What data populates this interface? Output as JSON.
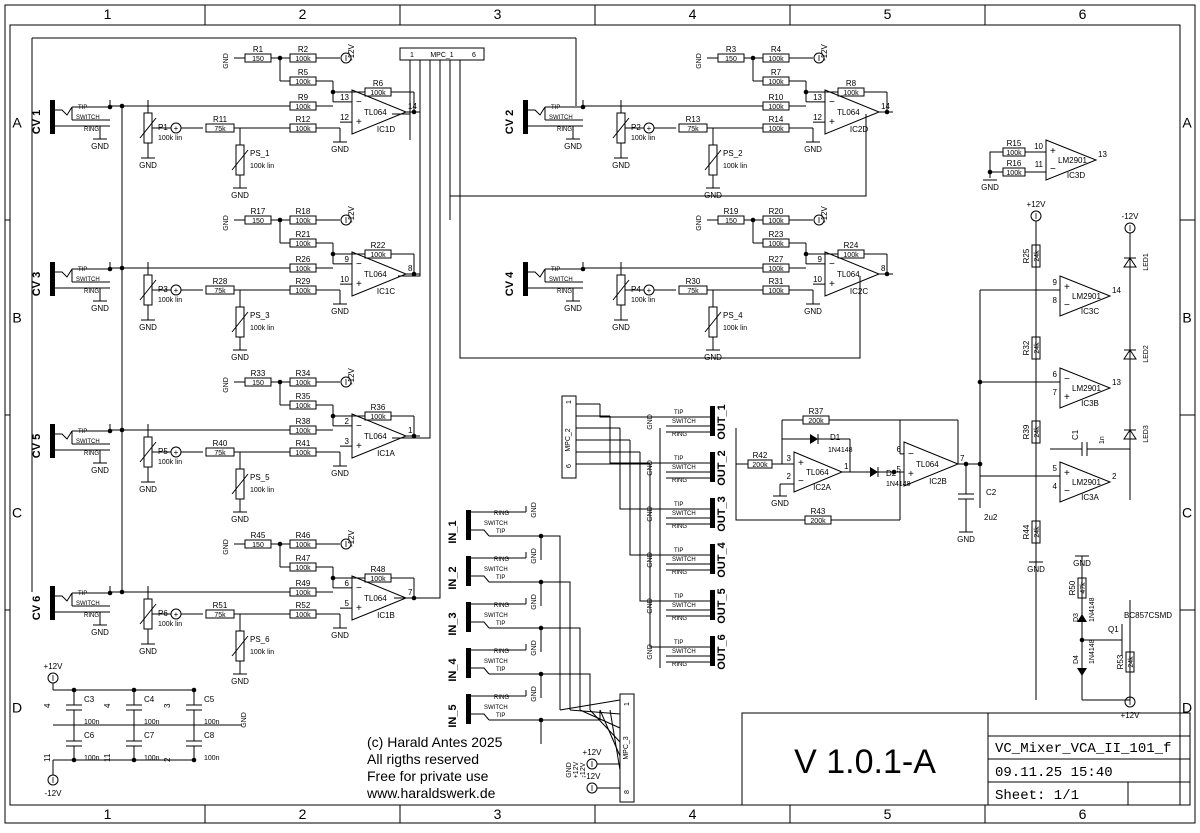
{
  "frame": {
    "columns": [
      "1",
      "2",
      "3",
      "4",
      "5",
      "6"
    ],
    "rows": [
      "A",
      "B",
      "C",
      "D"
    ]
  },
  "channels": [
    {
      "cv": "CV 1",
      "jack": {
        "tip": "TIP",
        "switch": "SWITCH",
        "ring": "RING",
        "gnd": "GND"
      },
      "pot": "P1",
      "pot_value": "100k lin",
      "ps": "PS_1",
      "ps_value": "100k lin",
      "r_top": {
        "ra": "R1",
        "ra_v": "150",
        "rb": "R2",
        "rb_v": "100k"
      },
      "res": [
        {
          "n": "R5",
          "v": "100k"
        },
        {
          "n": "R6",
          "v": "100k"
        },
        {
          "n": "R9",
          "v": "100k"
        },
        {
          "n": "R11",
          "v": "75k"
        },
        {
          "n": "R12",
          "v": "100k"
        }
      ],
      "ic": "IC1D",
      "op": "TL064",
      "pins": [
        "13",
        "12",
        "14"
      ]
    },
    {
      "cv": "CV 2",
      "jack": {
        "tip": "TIP",
        "switch": "SWITCH",
        "ring": "RING",
        "gnd": "GND"
      },
      "pot": "P2",
      "pot_value": "100k lin",
      "ps": "PS_2",
      "ps_value": "100k lin",
      "r_top": {
        "ra": "R3",
        "ra_v": "150",
        "rb": "R4",
        "rb_v": "100k"
      },
      "res": [
        {
          "n": "R7",
          "v": "100k"
        },
        {
          "n": "R8",
          "v": "100k"
        },
        {
          "n": "R10",
          "v": "100k"
        },
        {
          "n": "R13",
          "v": "75k"
        },
        {
          "n": "R14",
          "v": "100k"
        }
      ],
      "ic": "IC2D",
      "op": "TL064",
      "pins": [
        "13",
        "12",
        "14"
      ]
    },
    {
      "cv": "CV 3",
      "jack": {
        "tip": "TIP",
        "switch": "SWITCH",
        "ring": "RING",
        "gnd": "GND"
      },
      "pot": "P3",
      "pot_value": "100k lin",
      "ps": "PS_3",
      "ps_value": "100k lin",
      "r_top": {
        "ra": "R17",
        "ra_v": "150",
        "rb": "R18",
        "rb_v": "100k"
      },
      "res": [
        {
          "n": "R21",
          "v": "100k"
        },
        {
          "n": "R22",
          "v": "100k"
        },
        {
          "n": "R26",
          "v": "100k"
        },
        {
          "n": "R28",
          "v": "75k"
        },
        {
          "n": "R29",
          "v": "100k"
        }
      ],
      "ic": "IC1C",
      "op": "TL064",
      "pins": [
        "9",
        "10",
        "8"
      ]
    },
    {
      "cv": "CV 4",
      "jack": {
        "tip": "TIP",
        "switch": "SWITCH",
        "ring": "RING",
        "gnd": "GND"
      },
      "pot": "P4",
      "pot_value": "100k lin",
      "ps": "PS_4",
      "ps_value": "100k lin",
      "r_top": {
        "ra": "R19",
        "ra_v": "150",
        "rb": "R20",
        "rb_v": "100k"
      },
      "res": [
        {
          "n": "R23",
          "v": "100k"
        },
        {
          "n": "R24",
          "v": "100k"
        },
        {
          "n": "R27",
          "v": "100k"
        },
        {
          "n": "R30",
          "v": "75k"
        },
        {
          "n": "R31",
          "v": "100k"
        }
      ],
      "ic": "IC2C",
      "op": "TL064",
      "pins": [
        "9",
        "10",
        "8"
      ]
    },
    {
      "cv": "CV 5",
      "jack": {
        "tip": "TIP",
        "switch": "SWITCH",
        "ring": "RING",
        "gnd": "GND"
      },
      "pot": "P5",
      "pot_value": "100k lin",
      "ps": "PS_5",
      "ps_value": "100k lin",
      "r_top": {
        "ra": "R33",
        "ra_v": "150",
        "rb": "R34",
        "rb_v": "100k"
      },
      "res": [
        {
          "n": "R35",
          "v": "100k"
        },
        {
          "n": "R36",
          "v": "100k"
        },
        {
          "n": "R38",
          "v": "100k"
        },
        {
          "n": "R40",
          "v": "75k"
        },
        {
          "n": "R41",
          "v": "100k"
        }
      ],
      "ic": "IC1A",
      "op": "TL064",
      "pins": [
        "2",
        "3",
        "1"
      ]
    },
    {
      "cv": "CV 6",
      "jack": {
        "tip": "TIP",
        "switch": "SWITCH",
        "ring": "RING",
        "gnd": "GND"
      },
      "pot": "P6",
      "pot_value": "100k lin",
      "ps": "PS_6",
      "ps_value": "100k lin",
      "r_top": {
        "ra": "R45",
        "ra_v": "150",
        "rb": "R46",
        "rb_v": "100k"
      },
      "res": [
        {
          "n": "R47",
          "v": "100k"
        },
        {
          "n": "R48",
          "v": "100k"
        },
        {
          "n": "R49",
          "v": "100k"
        },
        {
          "n": "R51",
          "v": "75k"
        },
        {
          "n": "R52",
          "v": "100k"
        }
      ],
      "ic": "IC1B",
      "op": "TL064",
      "pins": [
        "6",
        "5",
        "7"
      ]
    }
  ],
  "labels": {
    "gnd": "GND",
    "minus12": "-12V",
    "plus12": "+12V",
    "mpc1": "MPC_1",
    "mpc1_p1": "1",
    "mpc1_p6": "6",
    "mpc2": "MPC_2",
    "mpc2_p1": "1",
    "mpc2_p6": "6",
    "mpc3": "MPC_3",
    "mpc3_p1": "1",
    "mpc3_p8": "8"
  },
  "outputs": [
    "OUT_1",
    "OUT_2",
    "OUT_3",
    "OUT_4",
    "OUT_5",
    "OUT_6"
  ],
  "inputs": [
    "IN_1",
    "IN_2",
    "IN_3",
    "IN_4",
    "IN_5"
  ],
  "vca": {
    "r42": "R42",
    "r42_v": "200k",
    "r43": "R43",
    "r43_v": "200k",
    "r37": "R37",
    "r37_v": "200k",
    "d1": "D1",
    "d1_v": "1N4148",
    "d2": "D2",
    "d2_v": "1N4148",
    "ic2a": "IC2A",
    "ic2b": "IC2B",
    "op": "TL064",
    "c2": "C2",
    "c2_v": "2u2"
  },
  "comparators": {
    "ic3d": "IC3D",
    "ic3c": "IC3C",
    "ic3b": "IC3B",
    "ic3a": "IC3A",
    "cmp": "LM2901",
    "r15": "R15",
    "r15_v": "100k",
    "r16": "R16",
    "r16_v": "100k",
    "r25": "R25",
    "r25_v": "24k",
    "r32": "R32",
    "r32_v": "24k",
    "r39": "R39",
    "r39_v": "24k",
    "r44": "R44",
    "r44_v": "24k",
    "c1": "C1",
    "c1_v": "1n",
    "led1": "LED1",
    "led2": "LED2",
    "led3": "LED3",
    "r50": "R50",
    "r50_v": "47k",
    "r53": "R53",
    "r53_v": "24k",
    "d3": "D3",
    "d4": "D4",
    "diode": "1N4148",
    "q1": "Q1",
    "q1_v": "BC857CSMD"
  },
  "decoupling": [
    {
      "n": "C3",
      "v": "100n"
    },
    {
      "n": "C4",
      "v": "100n"
    },
    {
      "n": "C5",
      "v": "100n"
    },
    {
      "n": "C6",
      "v": "100n"
    },
    {
      "n": "C7",
      "v": "100n"
    },
    {
      "n": "C8",
      "v": "100n"
    }
  ],
  "copyright": {
    "line1": "(c) Harald Antes 2025",
    "line2": "All rigths reserved",
    "line3": "Free for private use",
    "line4": "www.haraldswerk.de"
  },
  "titleblock": {
    "version": "V 1.0.1-A",
    "filename": "VC_Mixer_VCA_II_101_f",
    "date": "09.11.25 15:40",
    "sheet": "Sheet: 1/1"
  }
}
